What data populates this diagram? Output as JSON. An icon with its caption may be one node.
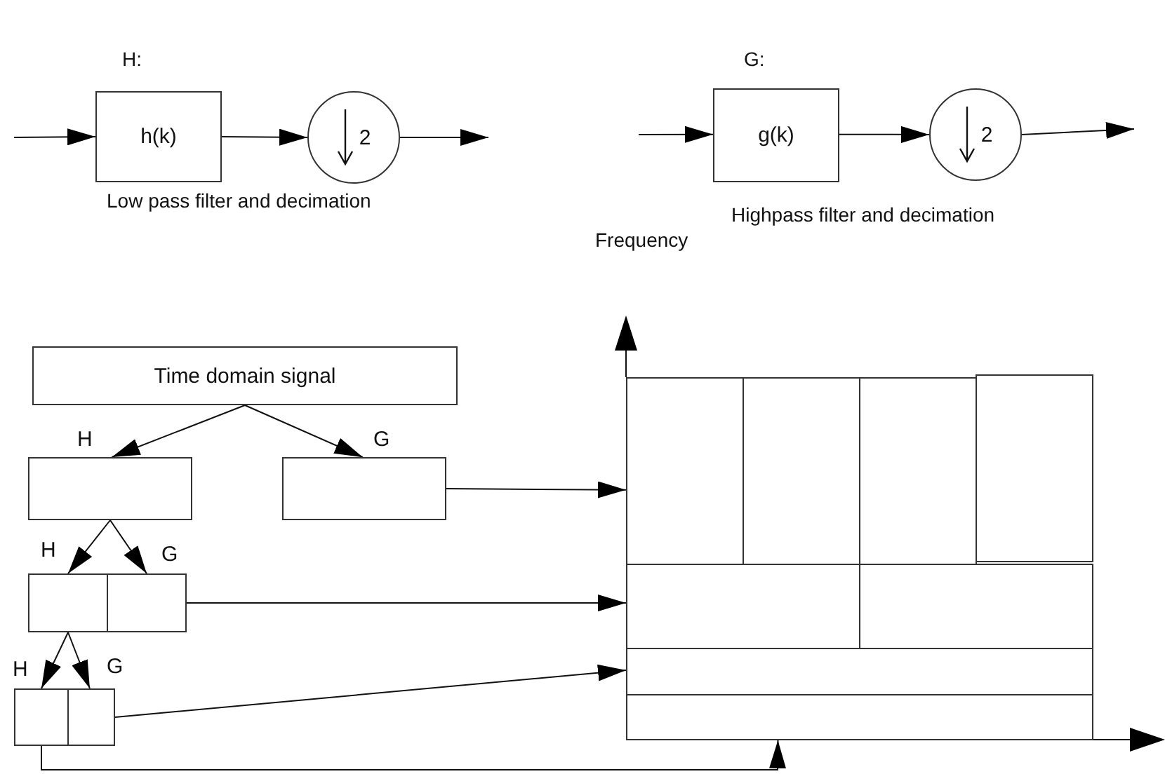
{
  "diagram": {
    "nodes": [
      {
        "text": [
          "h(k)"
        ]
      },
      {
        "text": [
          "2"
        ]
      },
      {
        "text": [
          "g(k)"
        ]
      },
      {
        "text": [
          "2"
        ]
      },
      {
        "text": [
          "Time domain signal"
        ]
      },
      {
        "text": [],
        "shape": "box"
      },
      {
        "text": [],
        "shape": "box"
      },
      {
        "text": [],
        "shape": "box"
      },
      {
        "text": [],
        "shape": "box"
      },
      {
        "text": [],
        "shape": "box"
      },
      {
        "text": [],
        "shape": "box"
      },
      {
        "text": [],
        "shape": "box"
      },
      {
        "text": [],
        "shape": "box"
      },
      {
        "text": [],
        "shape": "box"
      },
      {
        "text": [],
        "shape": "box"
      },
      {
        "text": [],
        "shape": "box"
      },
      {
        "text": [],
        "shape": "box"
      },
      {
        "text": [],
        "shape": "box"
      },
      {
        "text": [],
        "shape": "box"
      }
    ],
    "edges": [
      {
        "from": null,
        "to": 0,
        "arrow": "to"
      },
      {
        "from": 0,
        "to": 1,
        "arrow": "to"
      },
      {
        "from": 1,
        "to": null,
        "arrow": "to"
      },
      {
        "from": null,
        "to": 2,
        "arrow": "to"
      },
      {
        "from": 2,
        "to": 3,
        "arrow": "to"
      },
      {
        "from": 3,
        "to": null,
        "arrow": "to"
      },
      {
        "from": 4,
        "to": 5,
        "arrow": "to",
        "label": "H"
      },
      {
        "from": 4,
        "to": 6,
        "arrow": "to",
        "label": "G"
      },
      {
        "from": 5,
        "to": 7,
        "arrow": "to",
        "label": "H"
      },
      {
        "from": 5,
        "to": 8,
        "arrow": "to",
        "label": "G"
      },
      {
        "from": 7,
        "to": 9,
        "arrow": "to",
        "label": "H"
      },
      {
        "from": 7,
        "to": 10,
        "arrow": "to",
        "label": "G"
      },
      {
        "from": 6,
        "to": 11,
        "arrow": "to"
      },
      {
        "from": 8,
        "to": 15,
        "arrow": "to"
      },
      {
        "from": 10,
        "to": 17,
        "arrow": "to"
      },
      {
        "from": 9,
        "to": 18,
        "arrow": "to"
      }
    ],
    "labels": [
      "H:",
      "G:",
      "Low pass filter and decimation",
      "Highpass filter and decimation",
      "Frequency"
    ]
  }
}
